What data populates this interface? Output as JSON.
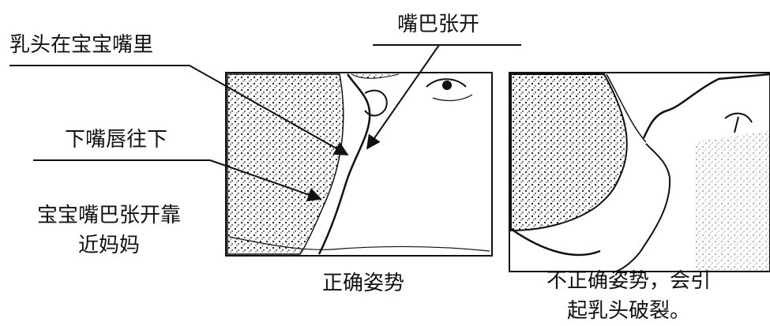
{
  "labels": {
    "nipple_in_mouth": "乳头在宝宝嘴里",
    "mouth_open": "嘴巴张开",
    "lower_lip_down": "下嘴唇往下",
    "baby_mouth_close": "宝宝嘴巴张开靠近妈妈"
  },
  "captions": {
    "correct": "正确姿势",
    "incorrect": "不正确姿势，会引起乳头破裂。"
  }
}
